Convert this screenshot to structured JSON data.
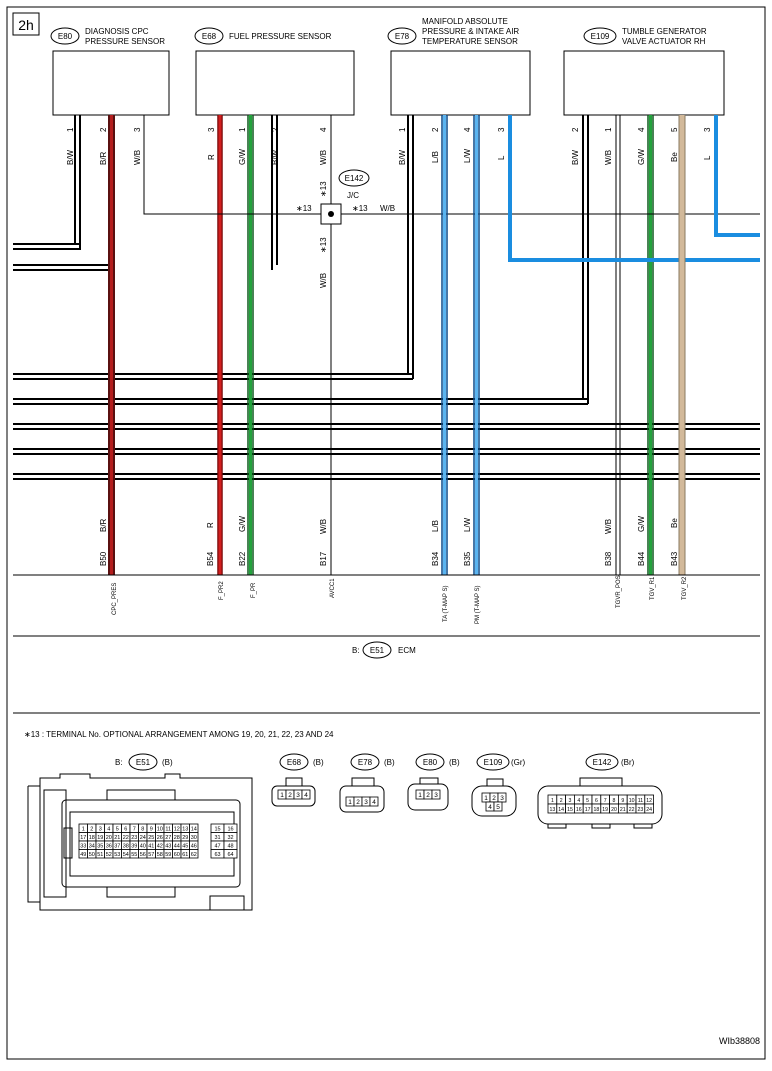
{
  "page_label": "2h",
  "figure_id": "WIb38808",
  "colors": {
    "red": "#d21e1e",
    "green": "#22a33c",
    "blue": "#1a8de0",
    "tan": "#d2b99a",
    "black": "#000000",
    "wb_gray": "#8a8a8a"
  },
  "components": [
    {
      "code": "E80",
      "title_lines": [
        "DIAGNOSIS CPC",
        "PRESSURE SENSOR"
      ]
    },
    {
      "code": "E68",
      "title_lines": [
        "FUEL PRESSURE SENSOR"
      ]
    },
    {
      "code": "E78",
      "title_lines": [
        "MANIFOLD ABSOLUTE",
        "PRESSURE & INTAKE AIR",
        "TEMPERATURE SENSOR"
      ]
    },
    {
      "code": "E109",
      "title_lines": [
        "TUMBLE GENERATOR",
        "VALVE ACTUATOR RH"
      ]
    }
  ],
  "pins": [
    {
      "pin": "1",
      "wire": "B/W"
    },
    {
      "pin": "2",
      "wire": "B/R"
    },
    {
      "pin": "3",
      "wire": "W/B"
    },
    {
      "pin": "3",
      "wire": "R"
    },
    {
      "pin": "1",
      "wire": "G/W"
    },
    {
      "pin": "2",
      "wire": "B/W"
    },
    {
      "pin": "4",
      "wire": "W/B"
    },
    {
      "pin": "1",
      "wire": "B/W"
    },
    {
      "pin": "2",
      "wire": "L/B"
    },
    {
      "pin": "4",
      "wire": "L/W"
    },
    {
      "pin": "3",
      "wire": "L"
    },
    {
      "pin": "2",
      "wire": "B/W"
    },
    {
      "pin": "1",
      "wire": "W/B"
    },
    {
      "pin": "4",
      "wire": "G/W"
    },
    {
      "pin": "5",
      "wire": "Be"
    },
    {
      "pin": "3",
      "wire": "L"
    }
  ],
  "jc": {
    "code": "E142",
    "label": "J/C",
    "mark": "∗13",
    "branch_wire": "W/B"
  },
  "ecm_terminals": [
    {
      "wire": "B/R",
      "term": "B50",
      "signal": "CPC_PRES"
    },
    {
      "wire": "R",
      "term": "B54",
      "signal": "F_PR2"
    },
    {
      "wire": "G/W",
      "term": "B22",
      "signal": "F_PR"
    },
    {
      "wire": "W/B",
      "term": "B17",
      "signal": "AVCC1"
    },
    {
      "wire": "L/B",
      "term": "B34",
      "signal": "TA (T-MAP S)"
    },
    {
      "wire": "L/W",
      "term": "B35",
      "signal": "PM (T-MAP S)"
    },
    {
      "wire": "W/B",
      "term": "B38",
      "signal": "TGVR_POS"
    },
    {
      "wire": "G/W",
      "term": "B44",
      "signal": "TGV_R1"
    },
    {
      "wire": "Be",
      "term": "B43",
      "signal": "TGV_R2"
    }
  ],
  "ecm": {
    "prefix": "B:",
    "code": "E51",
    "name": "ECM"
  },
  "footnote": "∗13 : TERMINAL No. OPTIONAL ARRANGEMENT AMONG 19, 20, 21, 22, 23 AND 24",
  "connectors": [
    {
      "prefix": "B:",
      "code": "E51",
      "color": "(B)"
    },
    {
      "prefix": "",
      "code": "E68",
      "color": "(B)"
    },
    {
      "prefix": "",
      "code": "E78",
      "color": "(B)"
    },
    {
      "prefix": "",
      "code": "E80",
      "color": "(B)"
    },
    {
      "prefix": "",
      "code": "E109",
      "color": "(Gr)"
    },
    {
      "prefix": "",
      "code": "E142",
      "color": "(Br)"
    }
  ],
  "e51_rows": [
    [
      "1",
      "2",
      "3",
      "4",
      "5",
      "6",
      "7",
      "8",
      "9",
      "10",
      "11",
      "12",
      "13",
      "14",
      "15",
      "16"
    ],
    [
      "17",
      "18",
      "19",
      "20",
      "21",
      "22",
      "23",
      "24",
      "25",
      "26",
      "27",
      "28",
      "29",
      "30",
      "31",
      "32"
    ],
    [
      "33",
      "34",
      "35",
      "36",
      "37",
      "38",
      "39",
      "40",
      "41",
      "42",
      "43",
      "44",
      "45",
      "46",
      "47",
      "48"
    ],
    [
      "49",
      "50",
      "51",
      "52",
      "53",
      "54",
      "55",
      "56",
      "57",
      "58",
      "59",
      "60",
      "61",
      "62",
      "63",
      "64"
    ]
  ],
  "e68_pins": [
    "1",
    "2",
    "3",
    "4"
  ],
  "e78_pins": [
    "1",
    "2",
    "3",
    "4"
  ],
  "e80_pins": [
    "1",
    "2",
    "3"
  ],
  "e109_rows": [
    [
      "1",
      "2",
      "3"
    ],
    [
      "4",
      "5"
    ]
  ],
  "e142_rows": [
    [
      "1",
      "2",
      "3",
      "4",
      "5",
      "6",
      "7",
      "8",
      "9",
      "10",
      "11",
      "12"
    ],
    [
      "13",
      "14",
      "15",
      "16",
      "17",
      "18",
      "19",
      "20",
      "21",
      "22",
      "23",
      "24"
    ]
  ]
}
